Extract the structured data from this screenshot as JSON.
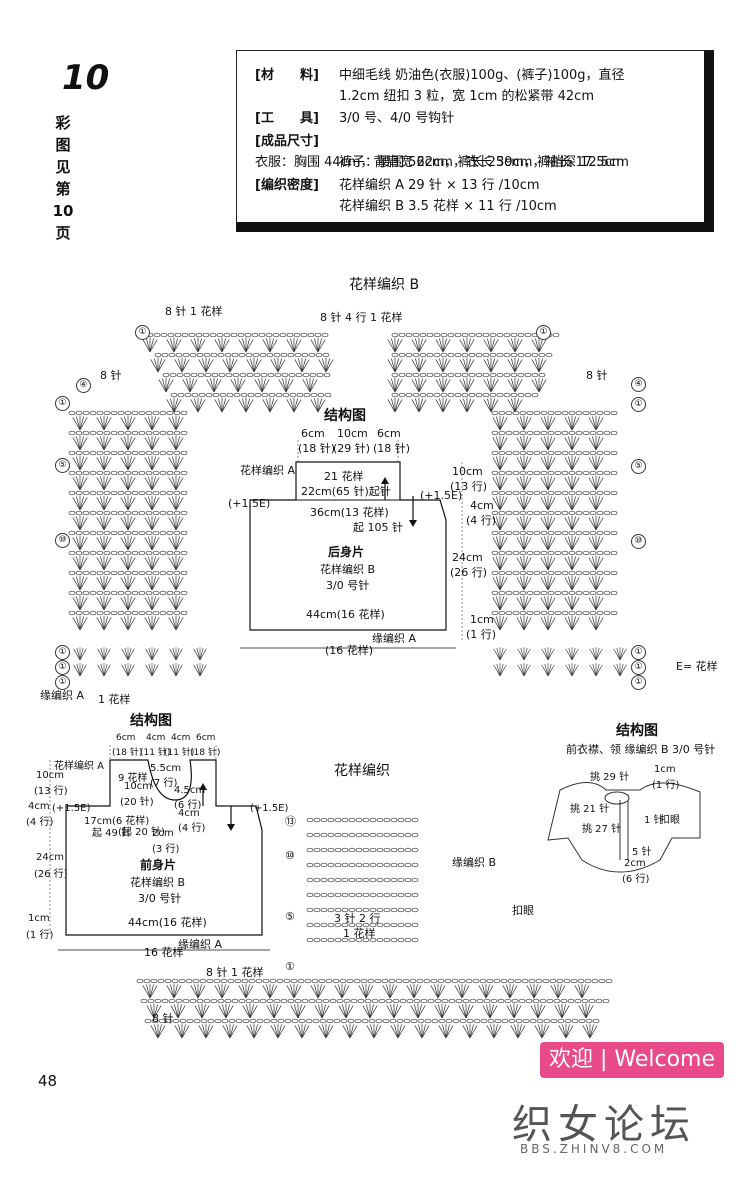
{
  "header": {
    "number": "10",
    "color_ref": [
      "彩",
      "图",
      "见",
      "第",
      "10",
      "页"
    ],
    "rows": [
      {
        "label": "[材　　料]",
        "value": "中细毛线  奶油色(衣服)100g、(裤子)100g，直径"
      },
      {
        "label": "",
        "value": "1.2cm 纽扣 3 粒，宽 1cm 的松紧带 42cm"
      },
      {
        "label": "[工　　具]",
        "value": "3/0 号、4/0 号钩针"
      },
      {
        "label": "[成品尺寸]",
        "value": "衣服：胸围 44cm，背肩宽 22cm，衣长 39cm，袖长 17.5cm"
      },
      {
        "label": "",
        "value": "裤子：腰围 56cm，裤长 25cm，裤裆深 12.5cm"
      },
      {
        "label": "[编织密度]",
        "value": "花样编织 A  29 针 × 13 行 /10cm"
      },
      {
        "label": "",
        "value": "花样编织 B  3.5 花样 × 11 行 /10cm"
      }
    ]
  },
  "pattern_b": {
    "title": "花样编织 B",
    "top_left": "8 针 1 花样",
    "top_mid": "8 针 4 行 1 花样",
    "left_8": "8 针",
    "right_8": "8 针",
    "e_note": "E= 花样",
    "edge_a": "缘编织 A",
    "one_pat": "1 花样"
  },
  "back": {
    "title": "结构图",
    "w6l": "6cm",
    "w18l": "(18 针)",
    "w10": "10cm",
    "w29": "(29 针)",
    "w6r": "6cm",
    "w18r": "(18 针)",
    "pat_a": "花样编织 A",
    "n21": "21 花样",
    "h22": "22cm(65 针)起针",
    "plus_l": "(+1.5E)",
    "plus_r": "(+1.5E)",
    "w36": "36cm(13 花样)",
    "start105": "起 105 针",
    "r10cm": "10cm",
    "r13": "(13 行)",
    "r4cm": "4cm",
    "r4": "(4 行)",
    "r24cm": "24cm",
    "r26": "(26 行)",
    "r1cm": "1cm",
    "r1": "(1 行)",
    "name": "后身片",
    "pat_b": "花样编织 B",
    "needle": "3/0 号针",
    "w44": "44cm(16 花样)",
    "edge": "缘编织 A",
    "w16": "(16 花样)"
  },
  "front": {
    "title": "结构图",
    "w6a": "6cm",
    "w4a": "4cm",
    "w4b": "4cm",
    "w6b": "6cm",
    "s18a": "(18 针)",
    "s11a": "(11 针)",
    "s11b": "(11 针)",
    "s18b": "(18 针)",
    "pat_a": "花样编织 A",
    "n9": "9 花样",
    "n10": "10cm",
    "n20": "(20 针)",
    "l10cm": "10cm",
    "l13": "(13 行)",
    "l4cm": "4cm",
    "l4": "(4 行)",
    "plus_l": "(+1.5E)",
    "plus_r": "(+1.5E)",
    "c55": "5.5cm",
    "c55r": "(7 行)",
    "c45": "4.5cm",
    "c6": "(6 行)",
    "c4": "4cm",
    "c4r": "(4 行)",
    "w17": "17cm(6 花样)",
    "s20": "(起 20 针)",
    "start49": "起 49 针",
    "c2": "2cm",
    "c3": "(3 行)",
    "l24cm": "24cm",
    "l26": "(26 行)",
    "l1cm": "1cm",
    "l1": "(1 行)",
    "name": "前身片",
    "pat_b": "花样编织 B",
    "needle": "3/0 号针",
    "w44": "44cm(16 花样)",
    "w16": "16 花样",
    "edge": "缘编织 A"
  },
  "pattern": {
    "title": "花样编织",
    "r13": "⑬",
    "r10": "⑩",
    "r5": "⑤",
    "r1": "①",
    "edge_b": "缘编织 B",
    "buttonhole": "扣眼",
    "rows3": "3 针 2 行",
    "one": "1 花样",
    "left8": "8 针",
    "top8": "8 针 1 花样"
  },
  "sleeve": {
    "title": "结构图",
    "sub": "前衣襟、领  缘编织 B  3/0 号针",
    "p29": "挑 29 针",
    "s1cm": "1cm",
    "s1r": "(1 行)",
    "p21": "挑 21 针",
    "p27": "挑 27 针",
    "one_st": "1 针",
    "hole": "扣眼",
    "n5": "5 针",
    "c2": "2cm",
    "c6": "(6 行)"
  },
  "footer": {
    "page": "48",
    "welcome": "欢迎 | Welcome",
    "forum": "织女论坛",
    "url": "BBS.ZHINV8.COM"
  }
}
